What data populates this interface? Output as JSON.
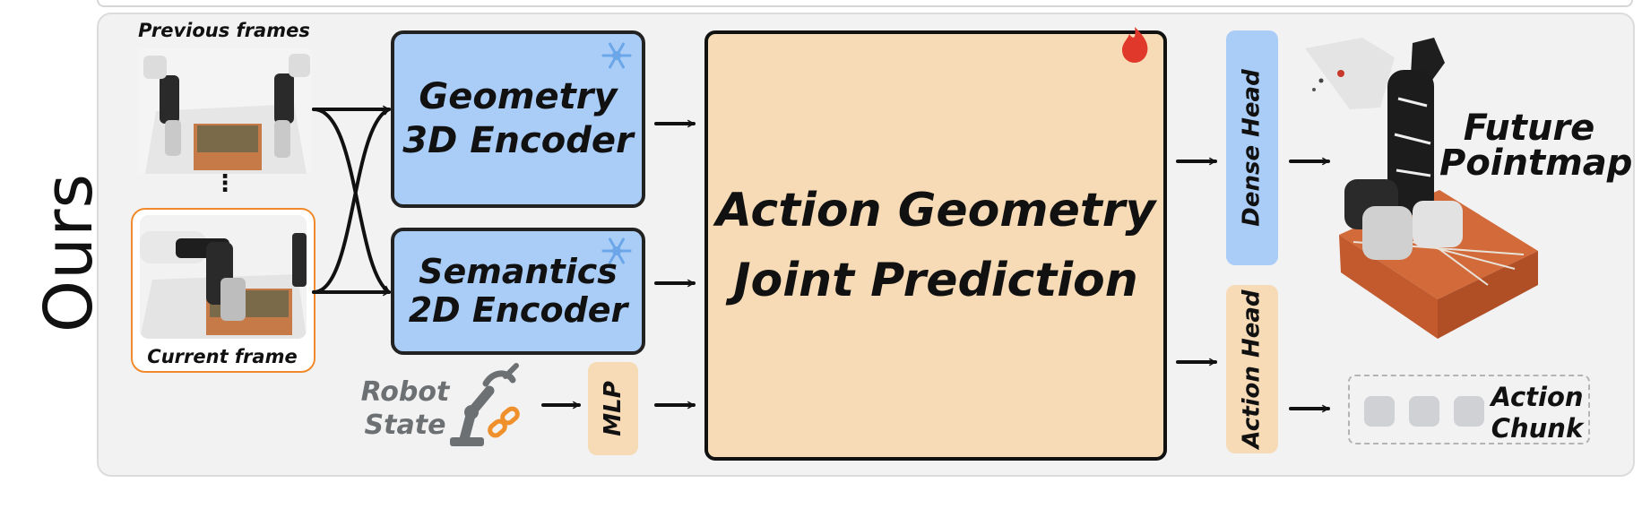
{
  "method_label": "Ours",
  "frames": {
    "previous_caption": "Previous frames",
    "ellipsis": "⋮",
    "current_caption": "Current frame"
  },
  "geometry_encoder": {
    "line1": "Geometry",
    "line2": "3D Encoder",
    "icon": "snowflake-icon"
  },
  "semantics_encoder": {
    "line1": "Semantics",
    "line2": "2D Encoder",
    "icon": "snowflake-icon"
  },
  "robot_state": {
    "line1": "Robot",
    "line2": "State",
    "icon": "robot-arm-icon"
  },
  "mlp": {
    "label": "MLP"
  },
  "joint_prediction": {
    "line1": "Action Geometry",
    "line2": "Joint Prediction",
    "icon": "flame-icon"
  },
  "dense_head": {
    "label": "Dense Head"
  },
  "action_head": {
    "label": "Action Head"
  },
  "future_pointmap": {
    "line1": "Future",
    "line2": "Pointmap"
  },
  "action_chunk": {
    "line1": "Action",
    "line2": "Chunk",
    "token_count": 3
  },
  "colors": {
    "encoder_fill": "#aacdf8",
    "prediction_fill": "#f7dbb6",
    "dense_head_fill": "#aacdf8",
    "action_head_fill": "#f7dbb6",
    "current_frame_border": "#f08a2c",
    "snowflake": "#6aa6e8",
    "flame": "#e0382a",
    "robot_link": "#f0902c"
  }
}
